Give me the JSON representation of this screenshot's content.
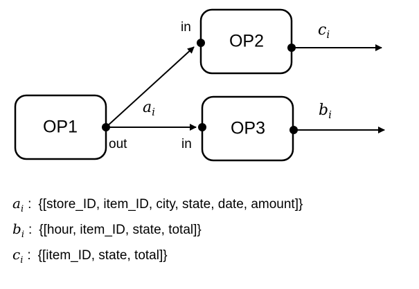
{
  "nodes": {
    "op1": {
      "label": "OP1",
      "port_out": "out"
    },
    "op2": {
      "label": "OP2",
      "port_in": "in"
    },
    "op3": {
      "label": "OP3",
      "port_in": "in"
    }
  },
  "edges": {
    "a": {
      "var": "a",
      "sub": "i"
    },
    "b": {
      "var": "b",
      "sub": "i"
    },
    "c": {
      "var": "c",
      "sub": "i"
    }
  },
  "legend": [
    {
      "var": "a",
      "sub": "i",
      "colon": ":",
      "schema": "{[store_ID, item_ID, city, state, date, amount]}"
    },
    {
      "var": "b",
      "sub": "i",
      "colon": ":",
      "schema": "{[hour, item_ID, state, total]}"
    },
    {
      "var": "c",
      "sub": "i",
      "colon": ":",
      "schema": "{[item_ID, state, total]}"
    }
  ],
  "colors": {
    "stroke": "#000000",
    "background": "#ffffff"
  }
}
